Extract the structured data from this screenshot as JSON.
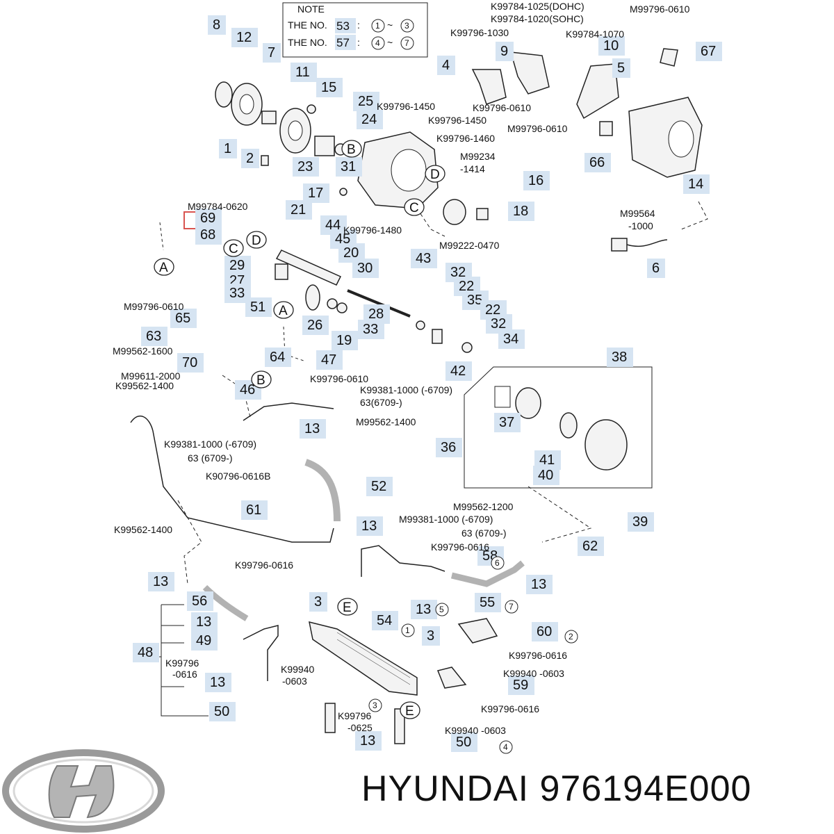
{
  "note": {
    "title": "NOTE",
    "line1_prefix": "THE NO.",
    "line1_num": "53",
    "line1_range_start": "1",
    "line1_range_end": "3",
    "line2_prefix": "THE NO.",
    "line2_num": "57",
    "line2_range_start": "4",
    "line2_range_end": "7"
  },
  "brand": {
    "logo_icon": "hyundai-logo-icon",
    "caption": "HYUNDAI 976194E000"
  },
  "colors": {
    "label_bg": "#d6e4f2",
    "highlight_border": "#d9534f",
    "line": "#222222"
  },
  "part_numbers": [
    {
      "text": "8"
    },
    {
      "text": "12"
    },
    {
      "text": "7"
    },
    {
      "text": "11"
    },
    {
      "text": "15"
    },
    {
      "text": "25"
    },
    {
      "text": "24"
    },
    {
      "text": "1"
    },
    {
      "text": "2"
    },
    {
      "text": "23"
    },
    {
      "text": "31"
    },
    {
      "text": "17"
    },
    {
      "text": "9"
    },
    {
      "text": "10"
    },
    {
      "text": "67"
    },
    {
      "text": "4"
    },
    {
      "text": "5"
    },
    {
      "text": "66"
    },
    {
      "text": "14"
    },
    {
      "text": "16"
    },
    {
      "text": "18"
    },
    {
      "text": "21"
    },
    {
      "text": "69"
    },
    {
      "text": "68"
    },
    {
      "text": "44"
    },
    {
      "text": "45"
    },
    {
      "text": "20"
    },
    {
      "text": "30"
    },
    {
      "text": "43"
    },
    {
      "text": "6"
    },
    {
      "text": "29"
    },
    {
      "text": "27"
    },
    {
      "text": "33"
    },
    {
      "text": "32"
    },
    {
      "text": "22"
    },
    {
      "text": "35"
    },
    {
      "text": "22"
    },
    {
      "text": "32"
    },
    {
      "text": "34"
    },
    {
      "text": "28"
    },
    {
      "text": "33"
    },
    {
      "text": "26"
    },
    {
      "text": "19"
    },
    {
      "text": "51"
    },
    {
      "text": "65"
    },
    {
      "text": "63"
    },
    {
      "text": "70"
    },
    {
      "text": "64"
    },
    {
      "text": "47"
    },
    {
      "text": "42"
    },
    {
      "text": "38"
    },
    {
      "text": "46"
    },
    {
      "text": "37"
    },
    {
      "text": "13"
    },
    {
      "text": "36"
    },
    {
      "text": "41"
    },
    {
      "text": "40"
    },
    {
      "text": "52"
    },
    {
      "text": "61"
    },
    {
      "text": "13"
    },
    {
      "text": "39"
    },
    {
      "text": "62"
    },
    {
      "text": "58"
    },
    {
      "text": "13"
    },
    {
      "text": "55"
    },
    {
      "text": "13"
    },
    {
      "text": "56"
    },
    {
      "text": "3"
    },
    {
      "text": "13"
    },
    {
      "text": "54"
    },
    {
      "text": "13"
    },
    {
      "text": "49"
    },
    {
      "text": "48"
    },
    {
      "text": "3"
    },
    {
      "text": "60"
    },
    {
      "text": "59"
    },
    {
      "text": "13"
    },
    {
      "text": "50"
    },
    {
      "text": "13"
    },
    {
      "text": "50"
    }
  ],
  "codes": [
    {
      "text": "K99784-1025(DOHC)"
    },
    {
      "text": "K99784-1020(SOHC)"
    },
    {
      "text": "M99796-0610"
    },
    {
      "text": "K99796-1030"
    },
    {
      "text": "K99784-1070"
    },
    {
      "text": "K99796-1450"
    },
    {
      "text": "K99796-0610"
    },
    {
      "text": "K99796-1450"
    },
    {
      "text": "M99796-0610"
    },
    {
      "text": "K99796-1460"
    },
    {
      "text": "M99234"
    },
    {
      "text": "-1414"
    },
    {
      "text": "M99784-0620"
    },
    {
      "text": "K99796-1480"
    },
    {
      "text": "M99222-0470"
    },
    {
      "text": "M99564"
    },
    {
      "text": "-1000"
    },
    {
      "text": "M99796-0610"
    },
    {
      "text": "M99562-1600"
    },
    {
      "text": "M99611-2000"
    },
    {
      "text": "K99562-1400"
    },
    {
      "text": "K99796-0610"
    },
    {
      "text": "K99381-1000 (-6709)"
    },
    {
      "text": "63(6709-)"
    },
    {
      "text": "M99562-1400"
    },
    {
      "text": "K99381-1000 (-6709)"
    },
    {
      "text": "63 (6709-)"
    },
    {
      "text": "K90796-0616B"
    },
    {
      "text": "K99562-1400"
    },
    {
      "text": "M99562-1200"
    },
    {
      "text": "M99381-1000 (-6709)"
    },
    {
      "text": "63 (6709-)"
    },
    {
      "text": "K99796-0616"
    },
    {
      "text": "K99796-0616"
    },
    {
      "text": "K99796"
    },
    {
      "text": "-0616"
    },
    {
      "text": "K99940"
    },
    {
      "text": "-0603"
    },
    {
      "text": "K99796-0616"
    },
    {
      "text": "K99940 -0603"
    },
    {
      "text": "K99796-0616"
    },
    {
      "text": "K99796"
    },
    {
      "text": "-0625"
    },
    {
      "text": "K99940 -0603"
    }
  ],
  "letters": [
    {
      "text": "B"
    },
    {
      "text": "D"
    },
    {
      "text": "C"
    },
    {
      "text": "A"
    },
    {
      "text": "C"
    },
    {
      "text": "D"
    },
    {
      "text": "A"
    },
    {
      "text": "B"
    },
    {
      "text": "E"
    },
    {
      "text": "E"
    }
  ],
  "circled": [
    {
      "text": "6"
    },
    {
      "text": "5"
    },
    {
      "text": "7"
    },
    {
      "text": "1"
    },
    {
      "text": "2"
    },
    {
      "text": "3"
    },
    {
      "text": "4"
    }
  ]
}
